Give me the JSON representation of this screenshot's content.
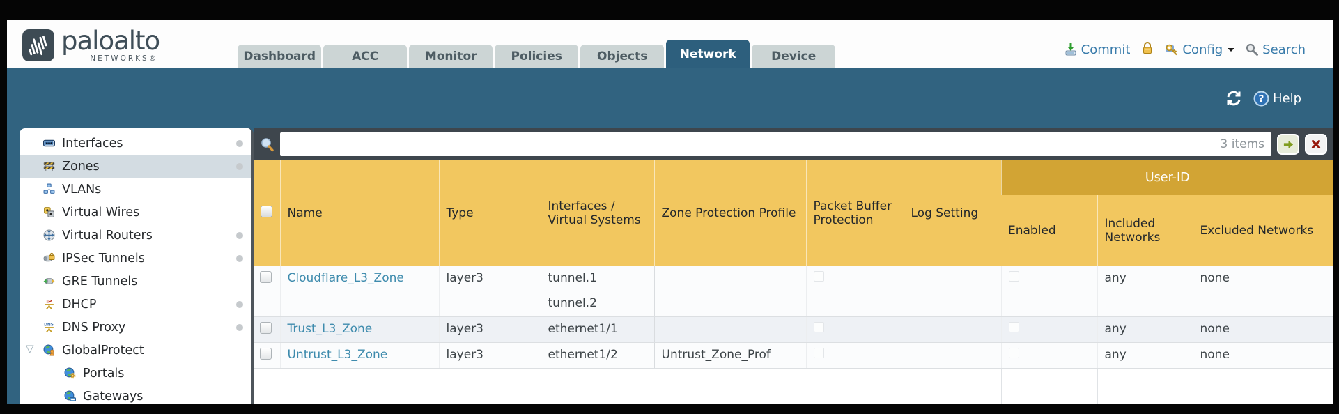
{
  "header": {
    "logo": {
      "brand": "paloalto",
      "sub": "NETWORKS®"
    },
    "tabs": [
      {
        "label": "Dashboard",
        "active": false
      },
      {
        "label": "ACC",
        "active": false
      },
      {
        "label": "Monitor",
        "active": false
      },
      {
        "label": "Policies",
        "active": false
      },
      {
        "label": "Objects",
        "active": false
      },
      {
        "label": "Network",
        "active": true
      },
      {
        "label": "Device",
        "active": false
      }
    ],
    "actions": {
      "commit": "Commit",
      "config": "Config",
      "search": "Search"
    }
  },
  "toolbar": {
    "help_label": "Help"
  },
  "sidebar": {
    "items": [
      {
        "label": "Interfaces",
        "icon": "interfaces-icon",
        "dot": true,
        "selected": false,
        "indent": false,
        "expander": false
      },
      {
        "label": "Zones",
        "icon": "zones-icon",
        "dot": true,
        "selected": true,
        "indent": false,
        "expander": false
      },
      {
        "label": "VLANs",
        "icon": "vlans-icon",
        "dot": false,
        "selected": false,
        "indent": false,
        "expander": false
      },
      {
        "label": "Virtual Wires",
        "icon": "virtual-wires-icon",
        "dot": false,
        "selected": false,
        "indent": false,
        "expander": false
      },
      {
        "label": "Virtual Routers",
        "icon": "virtual-routers-icon",
        "dot": true,
        "selected": false,
        "indent": false,
        "expander": false
      },
      {
        "label": "IPSec Tunnels",
        "icon": "ipsec-tunnels-icon",
        "dot": true,
        "selected": false,
        "indent": false,
        "expander": false
      },
      {
        "label": "GRE Tunnels",
        "icon": "gre-tunnels-icon",
        "dot": false,
        "selected": false,
        "indent": false,
        "expander": false
      },
      {
        "label": "DHCP",
        "icon": "dhcp-icon",
        "dot": true,
        "selected": false,
        "indent": false,
        "expander": false
      },
      {
        "label": "DNS Proxy",
        "icon": "dns-proxy-icon",
        "dot": true,
        "selected": false,
        "indent": false,
        "expander": false
      },
      {
        "label": "GlobalProtect",
        "icon": "globalprotect-icon",
        "dot": false,
        "selected": false,
        "indent": false,
        "expander": true
      },
      {
        "label": "Portals",
        "icon": "portals-icon",
        "dot": false,
        "selected": false,
        "indent": true,
        "expander": false
      },
      {
        "label": "Gateways",
        "icon": "gateways-icon",
        "dot": false,
        "selected": false,
        "indent": true,
        "expander": false
      }
    ]
  },
  "filter": {
    "value": "",
    "count": "3 items"
  },
  "table": {
    "group_label": "User-ID",
    "columns_main": [
      "Name",
      "Type",
      "Interfaces / Virtual Systems",
      "Zone Protection Profile",
      "Packet Buffer Protection",
      "Log Setting"
    ],
    "columns_user_id": [
      "Enabled",
      "Included Networks",
      "Excluded Networks"
    ],
    "rows": [
      {
        "selected": false,
        "name": "Cloudflare_L3_Zone",
        "type": "layer3",
        "interfaces": [
          "tunnel.1",
          "tunnel.2"
        ],
        "zone_protection_profile": "",
        "packet_buffer_protection": false,
        "log_setting": "",
        "enabled": false,
        "included_networks": "any",
        "excluded_networks": "none"
      },
      {
        "selected": false,
        "name": "Trust_L3_Zone",
        "type": "layer3",
        "interfaces": [
          "ethernet1/1"
        ],
        "zone_protection_profile": "",
        "packet_buffer_protection": false,
        "log_setting": "",
        "enabled": false,
        "included_networks": "any",
        "excluded_networks": "none"
      },
      {
        "selected": false,
        "name": "Untrust_L3_Zone",
        "type": "layer3",
        "interfaces": [
          "ethernet1/2"
        ],
        "zone_protection_profile": "Untrust_Zone_Prof",
        "packet_buffer_protection": false,
        "log_setting": "",
        "enabled": false,
        "included_networks": "any",
        "excluded_networks": "none"
      }
    ]
  }
}
